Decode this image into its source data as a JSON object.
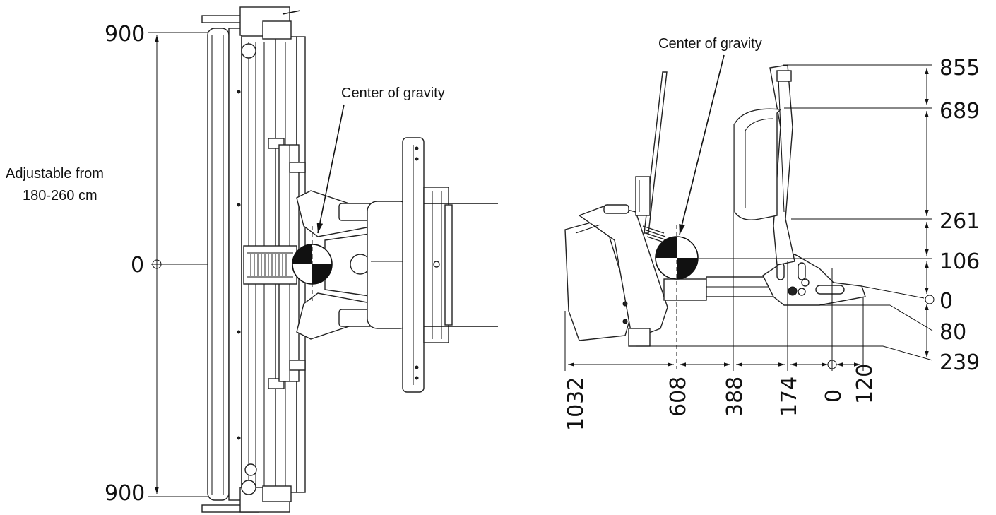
{
  "left_view": {
    "label_adjustable_line1": "Adjustable from",
    "label_adjustable_line2": "180-260 cm",
    "label_cog": "Center of gravity",
    "dim_top": "900",
    "dim_center": "0",
    "dim_bottom": "900"
  },
  "right_view": {
    "label_cog": "Center of gravity",
    "right_dims": [
      "855",
      "689",
      "261",
      "106",
      "0",
      "80",
      "239"
    ],
    "bottom_dims": [
      "1032",
      "608",
      "388",
      "174",
      "0",
      "120"
    ]
  },
  "colors": {
    "line": "#111111",
    "background": "#ffffff"
  }
}
